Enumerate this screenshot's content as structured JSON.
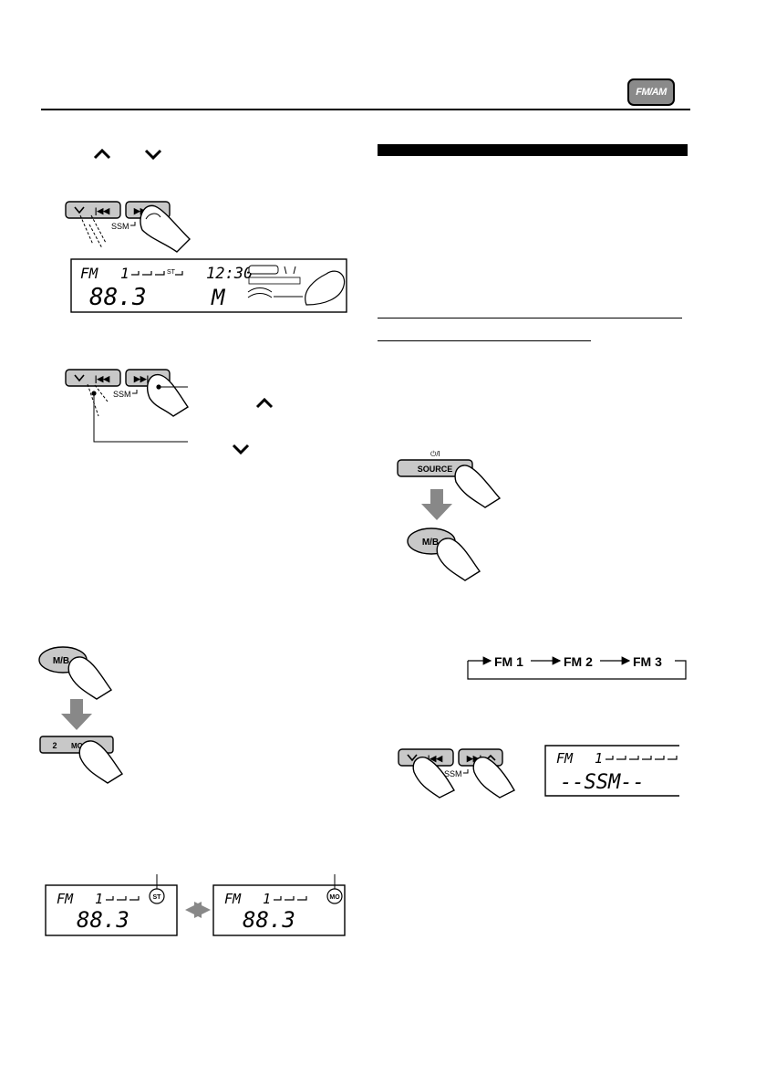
{
  "header": {
    "badge_label": "FM/AM"
  },
  "buttons": {
    "prev_label": "|◀◀",
    "next_label": "▶▶|",
    "ssm_label": "SSM",
    "source_label": "SOURCE",
    "power_symbol": "⏻/I",
    "mb_label": "M/B",
    "preset2_label": "2",
    "mo_label": "MO"
  },
  "display_top": {
    "band": "FM",
    "preset": "1",
    "clock": "12:30",
    "frequency": "88.3",
    "mode_char": "M"
  },
  "band_cycle": {
    "items": [
      "FM 1",
      "FM 2",
      "FM 3"
    ]
  },
  "display_ssm": {
    "band": "FM",
    "preset": "1",
    "text": "--SSM--"
  },
  "display_bottom_left": {
    "band": "FM",
    "preset": "1",
    "frequency": "88.3",
    "indicator": "ST"
  },
  "display_bottom_right": {
    "band": "FM",
    "preset": "1",
    "frequency": "88.3",
    "indicator": "MO"
  }
}
